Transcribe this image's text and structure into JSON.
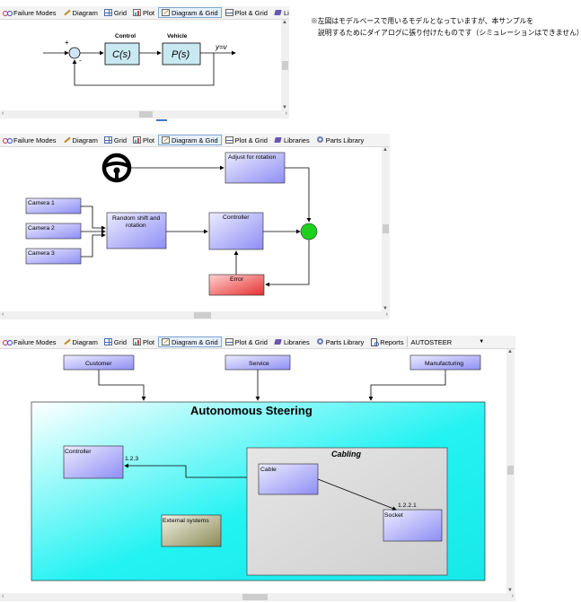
{
  "note": {
    "line1": "※左図はモデルベースで用いるモデルとなっていますが、本サンプルを",
    "line2": "説明するためにダイアログに張り付けたものです（シミュレーションはできません）"
  },
  "toolbar": {
    "failure_modes": "Failure Modes",
    "diagram": "Diagram",
    "grid": "Grid",
    "plot": "Plot",
    "diagram_grid": "Diagram & Grid",
    "plot_grid": "Plot & Grid",
    "libraries": "Libraries",
    "parts_library": "Parts Library",
    "reports": "Reports",
    "dropdown_value": "AUTOSTEER"
  },
  "panel1": {
    "control_label": "Control",
    "vehicle_label": "Vehicle",
    "c_block": "C(s)",
    "p_block": "P(s)",
    "output_label": "y=v",
    "plus_sign": "+",
    "minus_sign": "-"
  },
  "panel2": {
    "adjust": "Adjust for rotation",
    "camera1": "Camera 1",
    "camera2": "Camera 2",
    "camera3": "Camera 3",
    "random_line1": "Random shift and",
    "random_line2": "rotation",
    "controller": "Controller",
    "error": "Error"
  },
  "panel3": {
    "customer": "Customer",
    "service": "Service",
    "manufacturing": "Manufacturing",
    "group_title": "Autonomous Steering",
    "controller": "Controller",
    "external": "External systems",
    "cabling": "Cabling",
    "cable": "Cable",
    "socket": "Socket",
    "link_label_1": "1.2.3",
    "link_label_2": "1.2.2.1"
  },
  "colors": {
    "block_gradient_start": "#ececff",
    "block_gradient_end": "#8e8ef5",
    "error_start": "#ffd2d2",
    "error_end": "#e53030",
    "sum_green": "#1ed11e",
    "group_cyan": "#22f2f2",
    "cabling_gray": "#d4d4d4",
    "external_end": "#8a8a55"
  }
}
